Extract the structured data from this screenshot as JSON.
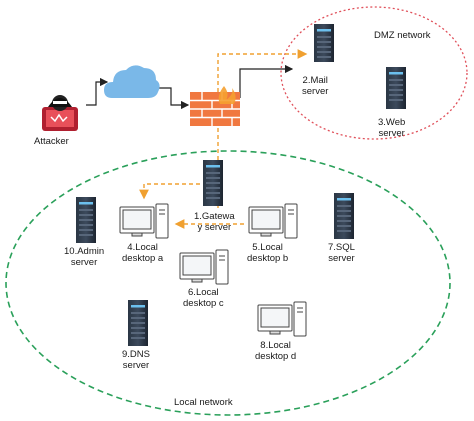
{
  "title": "",
  "networks": {
    "dmz": "DMZ network",
    "local": "Local network"
  },
  "nodes": {
    "attacker": "Attacker",
    "mail": [
      "2.Mail",
      "server"
    ],
    "web": [
      "3.Web",
      "server"
    ],
    "gateway": [
      "1.Gatewa",
      "y server"
    ],
    "admin": [
      "10.Admin",
      "server"
    ],
    "desktop_a": [
      "4.Local",
      "desktop a"
    ],
    "desktop_b": [
      "5.Local",
      "desktop b"
    ],
    "desktop_c": [
      "6.Local",
      "desktop c"
    ],
    "sql": [
      "7.SQL",
      "server"
    ],
    "desktop_d": [
      "8.Local",
      "desktop d"
    ],
    "dns": [
      "9.DNS",
      "server"
    ]
  },
  "colors": {
    "dmz_border": "#e0505a",
    "local_border": "#2aa05a",
    "attack_path": "#f0a030",
    "link": "#222222",
    "cloud": "#7ab8e8",
    "firewall": "#f07840",
    "server": "#1f2a38"
  },
  "icons": {
    "attacker": "hacker-icon",
    "internet": "cloud-icon",
    "firewall": "firewall-icon",
    "server": "server-rack-icon",
    "desktop": "desktop-computer-icon"
  }
}
